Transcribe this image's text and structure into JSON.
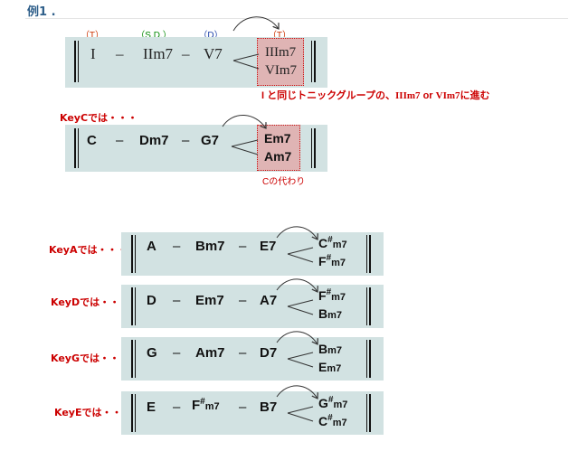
{
  "heading": "例1 .",
  "row1": {
    "functions": [
      "（T）",
      "（S.D.）",
      "（D）",
      "（T）"
    ],
    "chords": {
      "c1": "I",
      "dash": "–",
      "c2": "IIm7",
      "c3": "V7",
      "alt1": "IIIm7",
      "alt2": "VIm7"
    },
    "note_main": "I と同じトニックグループの、",
    "note_chord1": "IIIm7",
    "note_or": " or ",
    "note_chord2": "VIm7",
    "note_tail": "に進む"
  },
  "row2": {
    "tag": "KeyCでは・・・",
    "chords": {
      "c1": "C",
      "c2": "Dm7",
      "c3": "G7",
      "alt1": "Em7",
      "alt2": "Am7"
    },
    "note": "Cの代わり"
  },
  "keys": [
    {
      "tag": "KeyAでは・・・",
      "c1": "A",
      "c2": "Bm7",
      "c3": "E7",
      "alt1_root": "C",
      "alt1_sharp": "#",
      "alt1_q": "m7",
      "alt2_root": "F",
      "alt2_sharp": "#",
      "alt2_q": "m7"
    },
    {
      "tag": "KeyDでは・・・",
      "c1": "D",
      "c2": "Em7",
      "c3": "A7",
      "alt1_root": "F",
      "alt1_sharp": "#",
      "alt1_q": "m7",
      "alt2_root": "B",
      "alt2_sharp": "",
      "alt2_q": "m7"
    },
    {
      "tag": "KeyGでは・・・",
      "c1": "G",
      "c2": "Am7",
      "c3": "D7",
      "alt1_root": "B",
      "alt1_sharp": "",
      "alt1_q": "m7",
      "alt2_root": "E",
      "alt2_sharp": "",
      "alt2_q": "m7"
    },
    {
      "tag": "KeyEでは・・・",
      "c1": "E",
      "c2_root": "F",
      "c2_sharp": "#",
      "c2_q": "m7",
      "c3": "B7",
      "alt1_root": "G",
      "alt1_sharp": "#",
      "alt1_q": "m7",
      "alt2_root": "C",
      "alt2_sharp": "#",
      "alt2_q": "m7"
    }
  ],
  "colors": {
    "box": "#d2e2e2",
    "highlight": "#dfb4b4",
    "red": "#cc0000",
    "func_red": "#cc3300",
    "func_green": "#008800",
    "func_blue": "#1a3fa8",
    "heading": "#2f5f8a"
  }
}
